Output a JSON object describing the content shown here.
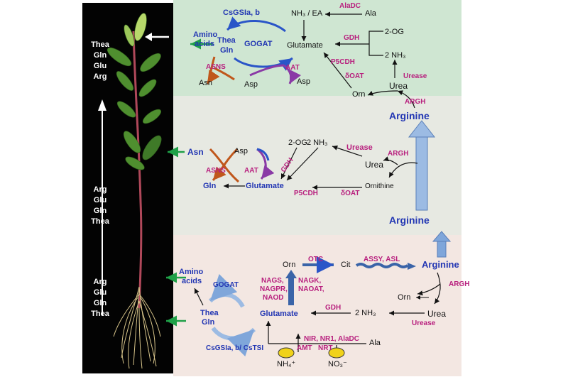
{
  "colors": {
    "enzyme": "#b8207e",
    "metabolite_blue": "#2236b3",
    "band_top": "#cfe6d2",
    "band_mid": "#e7e9e2",
    "band_bot": "#f3e7e2",
    "transport_arrow": "#8fb2de",
    "leaf_arrow": "#1fa048"
  },
  "plant": {
    "top_list": [
      "Thea",
      "Gln",
      "Glu",
      "Arg"
    ],
    "mid_list": [
      "Arg",
      "Glu",
      "Gln",
      "Thea"
    ],
    "bottom_list": [
      "Arg",
      "Glu",
      "Gln",
      "Thea"
    ]
  },
  "top": {
    "csgs": "CsGSIa, b",
    "nh3_ea": "NH₃ / EA",
    "aladc": "AlaDC",
    "ala": "Ala",
    "amino_acids_1": "Amino",
    "amino_acids_2": "acids",
    "thea": "Thea",
    "gln": "Gln",
    "gogat": "GOGAT",
    "glutamate": "Glutamate",
    "gdh": "GDH",
    "two_og": "2-OG",
    "two_nh3": "2 NH₃",
    "p5cdh": "P5CDH",
    "asns": "ASNS",
    "aat": "AAT",
    "asn": "Asn",
    "asp_left": "Asp",
    "asp_right": "Asp",
    "doat": "δOAT",
    "urease": "Urease",
    "orn": "Orn",
    "urea": "Urea",
    "argh": "ARGH",
    "arginine": "Arginine"
  },
  "mid": {
    "asn": "Asn",
    "asp": "Asp",
    "two_og": "2-OG",
    "two_nh3": "2 NH₃",
    "urease": "Urease",
    "argh": "ARGH",
    "gdh": "GDH",
    "asns": "ASNS",
    "aat": "AAT",
    "urea": "Urea",
    "gln": "Gln",
    "glutamate": "Glutamate",
    "p5cdh": "P5CDH",
    "doat": "δOAT",
    "ornithine": "Ornithine",
    "arginine": "Arginine"
  },
  "bottom": {
    "amino_1": "Amino",
    "amino_2": "acids",
    "gogat": "GOGAT",
    "orn": "Orn",
    "otc": "OTC",
    "cit": "Cit",
    "assy_asl": "ASSY, ASL",
    "arginine": "Arginine",
    "nags_block": [
      "NAGS,",
      "NAGPR,",
      "NAOD"
    ],
    "nagk_block": [
      "NAGK,",
      "NAOAT,"
    ],
    "argh": "ARGH",
    "orn2": "Orn",
    "thea": "Thea",
    "gln": "Gln",
    "glutamate": "Glutamate",
    "gdh": "GDH",
    "two_nh3": "2 NH₃",
    "urea": "Urea",
    "urease": "Urease",
    "nir_block": "NIR, NR1, AlaDC",
    "ala": "Ala",
    "csgs": "CsGSIa, b/ CsTSI",
    "amt": "AMT",
    "nrt": "NRT",
    "nh4": "NH₄⁺",
    "no3": "NO₃⁻"
  }
}
